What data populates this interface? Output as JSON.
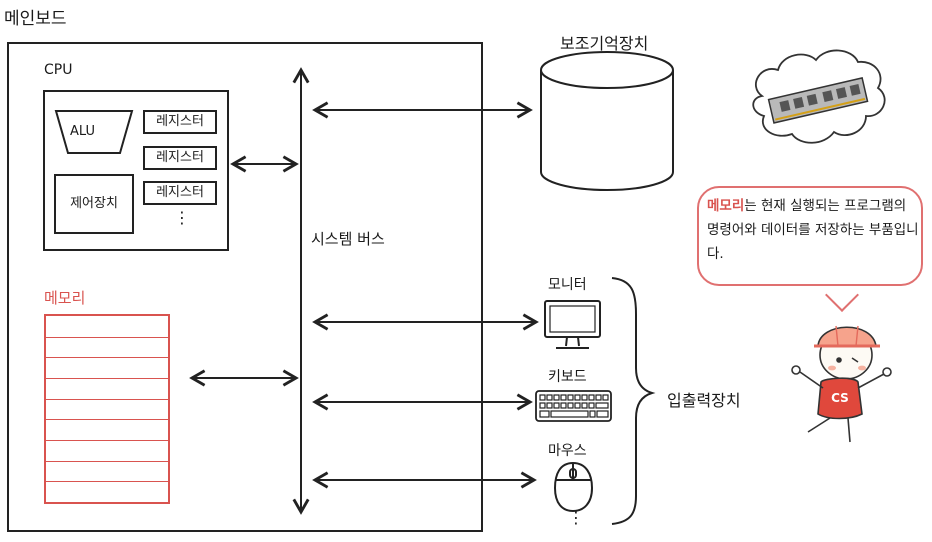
{
  "mainboard": {
    "title": "메인보드"
  },
  "cpu": {
    "label": "CPU",
    "alu": "ALU",
    "registers": [
      "레지스터",
      "레지스터",
      "레지스터"
    ],
    "more": "⋮",
    "control_unit": "제어장치"
  },
  "memory": {
    "label": "메모리",
    "rows": 9
  },
  "system_bus": {
    "label": "시스템 버스"
  },
  "storage": {
    "label": "보조기억장치"
  },
  "devices": [
    {
      "label": "모니터"
    },
    {
      "label": "키보드"
    },
    {
      "label": "마우스"
    }
  ],
  "devices_more": "⋮",
  "io": {
    "label": "입출력장치"
  },
  "speech": {
    "highlight": "메모리",
    "text": "는 현재 실행되는 프로그램의 명령어와 데이터를 저장하는 부품입니다."
  },
  "mascot": {
    "shirt": "CS"
  },
  "colors": {
    "accent": "#d9534f",
    "ink": "#222222"
  }
}
